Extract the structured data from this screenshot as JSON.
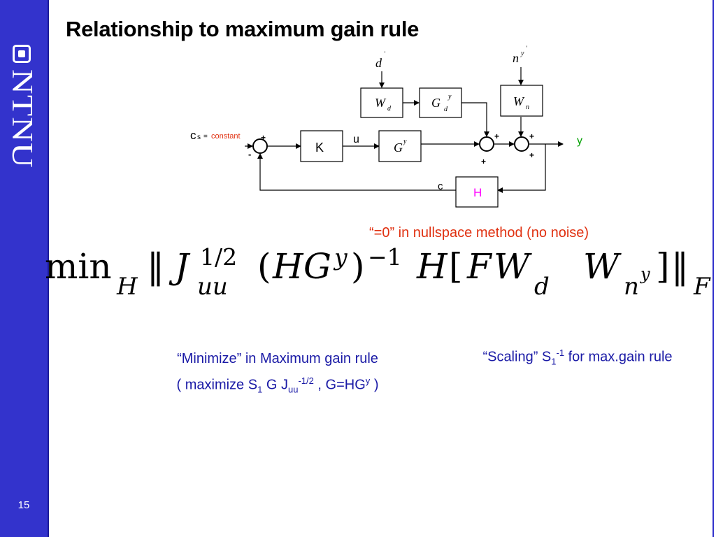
{
  "slide": {
    "title": "Relationship to maximum gain rule",
    "number": "15",
    "logo_text": "NTNU"
  },
  "diagram": {
    "inputs": {
      "d": "d",
      "d_sup": "'",
      "n": "n",
      "n_sup": "y",
      "n_sup2": "'"
    },
    "blocks": {
      "Wd": "W",
      "Wd_sub": "d",
      "Gd": "G",
      "Gd_sub": "d",
      "Gd_sup": "y",
      "Wn": "W",
      "Wn_sub": "n",
      "K": "K",
      "Gy": "G",
      "Gy_sup": "y",
      "H": "H"
    },
    "signals": {
      "cs": "c",
      "cs_sub": "s",
      "cs_eq": "=",
      "cs_constant": "constant",
      "u": "u",
      "y": "y",
      "c": "c"
    },
    "signs": {
      "plus": "+",
      "minus": "-"
    },
    "colors": {
      "constant": "#e03010",
      "y": "#00a000",
      "H": "#ff00ff"
    }
  },
  "annotations": {
    "nullspace": "“=0” in nullspace method (no noise)",
    "minimize_line1": "“Minimize” in Maximum gain rule",
    "minimize_line2_a": "( maximize S",
    "minimize_line2_s_sub": "1",
    "minimize_line2_b": " G J",
    "minimize_line2_j_sub": "uu",
    "minimize_line2_j_sup": "-1/2",
    "minimize_line2_c": " , G=HG",
    "minimize_line2_g_sup": "y",
    "minimize_line2_d": " )",
    "scaling_a": "“Scaling” S",
    "scaling_sub": "1",
    "scaling_sup": "-1",
    "scaling_b": " for max.gain rule"
  },
  "formula": {
    "min": "min",
    "min_sub": "H",
    "norm_l": "‖",
    "J": "J",
    "J_sub": "uu",
    "J_sup": "1/2",
    "lparen": "(",
    "H": "H",
    "G": "G",
    "G_sup": "y",
    "rparen": ")",
    "inv": "−1",
    "H2": "H",
    "lbrack": "[",
    "F": "F",
    "W": "W",
    "W_sub": "d",
    "W2": "W",
    "W2_sub": "n",
    "W2_subsup": "y",
    "rbrack": "]",
    "norm_r": "‖",
    "norm_sub": "F"
  }
}
